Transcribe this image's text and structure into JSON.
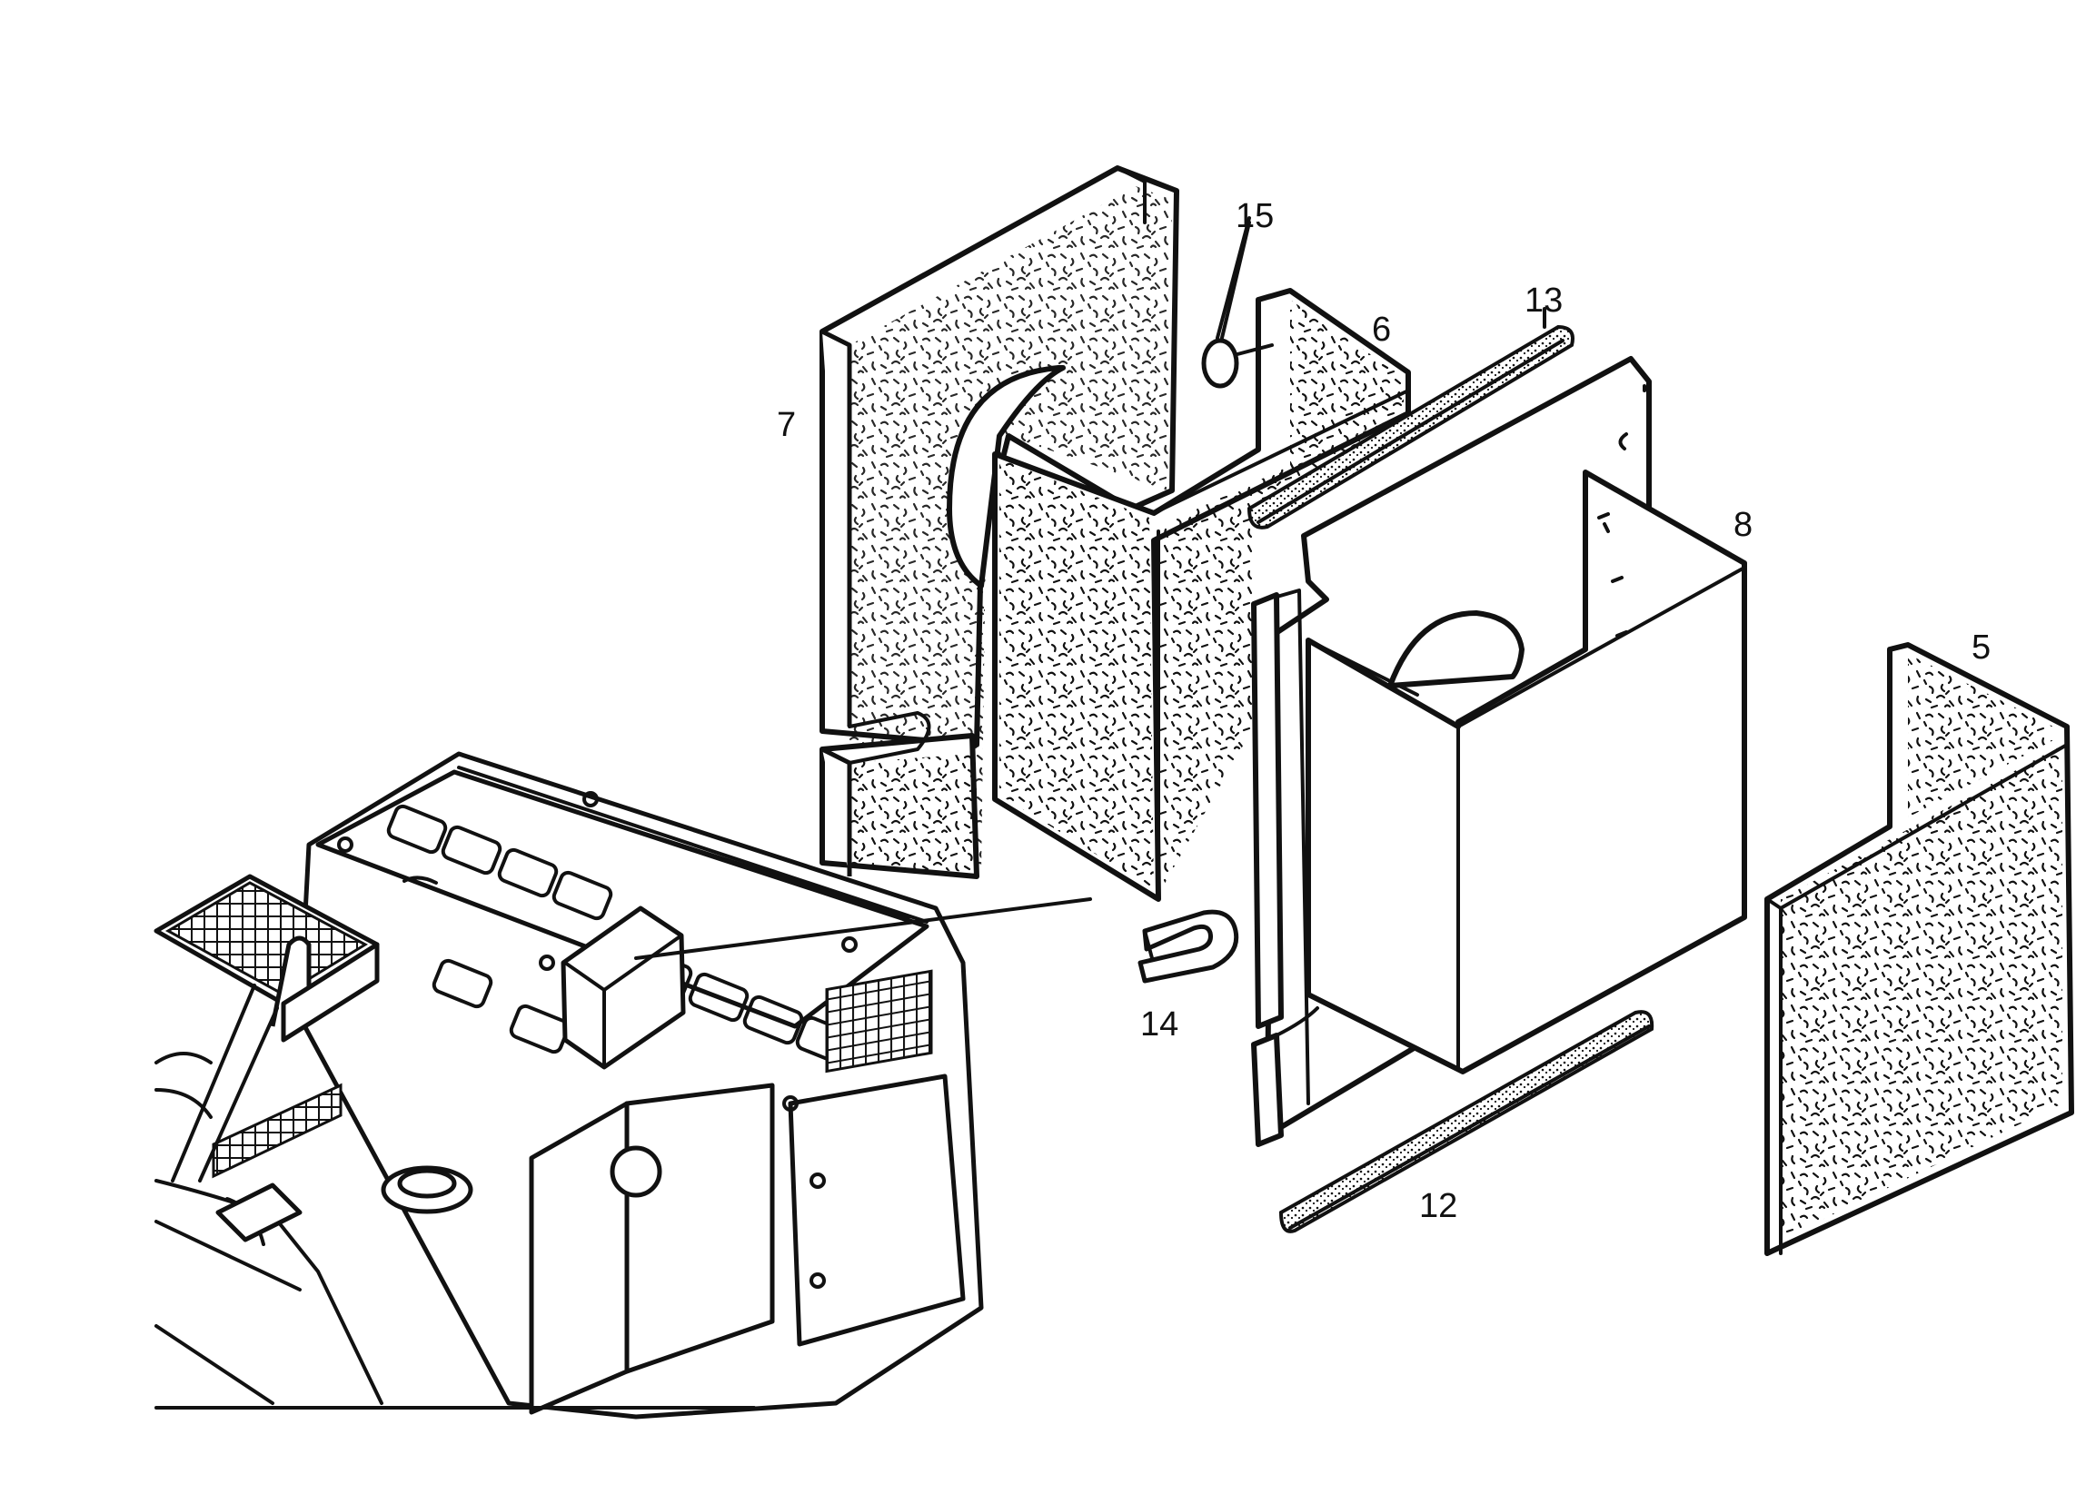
{
  "diagram": {
    "callouts": [
      {
        "id": "c15",
        "text": "15"
      },
      {
        "id": "c6",
        "text": "6"
      },
      {
        "id": "c13",
        "text": "13"
      },
      {
        "id": "c7",
        "text": "7"
      },
      {
        "id": "c8",
        "text": "8"
      },
      {
        "id": "c5",
        "text": "5"
      },
      {
        "id": "c14",
        "text": "14"
      },
      {
        "id": "c12",
        "text": "12"
      }
    ]
  }
}
